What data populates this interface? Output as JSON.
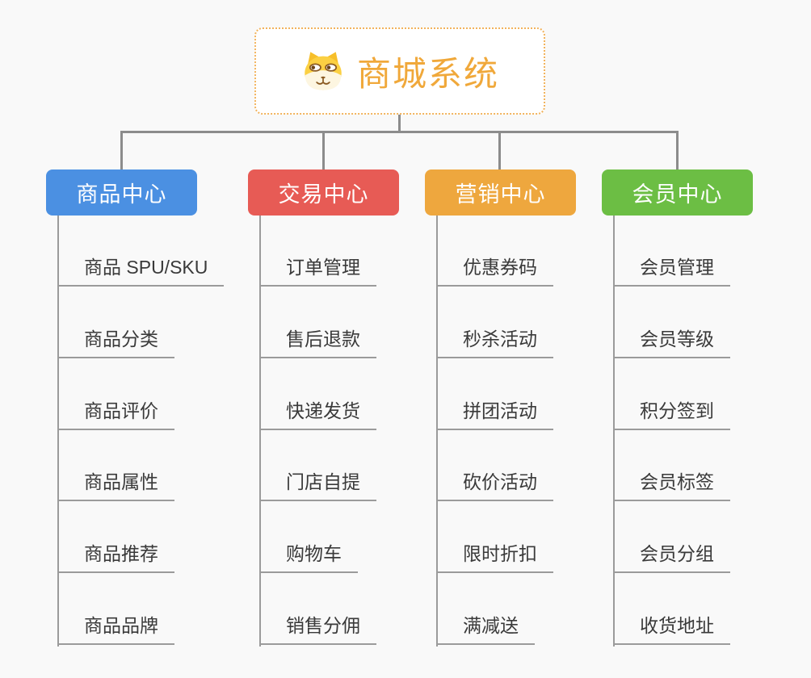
{
  "page": {
    "background_color": "#f9f9f9",
    "connector_color": "#8c8c8c",
    "underline_color": "#9b9b9b"
  },
  "root": {
    "title": "商城系统",
    "icon": "doge-face-icon",
    "title_color": "#f0a83a",
    "border_color": "#f2b35c"
  },
  "branches": [
    {
      "label": "商品中心",
      "color": "#4b90e2",
      "items": [
        "商品 SPU/SKU",
        "商品分类",
        "商品评价",
        "商品属性",
        "商品推荐",
        "商品品牌"
      ]
    },
    {
      "label": "交易中心",
      "color": "#e75b55",
      "items": [
        "订单管理",
        "售后退款",
        "快递发货",
        "门店自提",
        "购物车",
        "销售分佣"
      ]
    },
    {
      "label": "营销中心",
      "color": "#eea73e",
      "items": [
        "优惠券码",
        "秒杀活动",
        "拼团活动",
        "砍价活动",
        "限时折扣",
        "满减送"
      ]
    },
    {
      "label": "会员中心",
      "color": "#6cbe44",
      "items": [
        "会员管理",
        "会员等级",
        "积分签到",
        "会员标签",
        "会员分组",
        "收货地址"
      ]
    }
  ]
}
